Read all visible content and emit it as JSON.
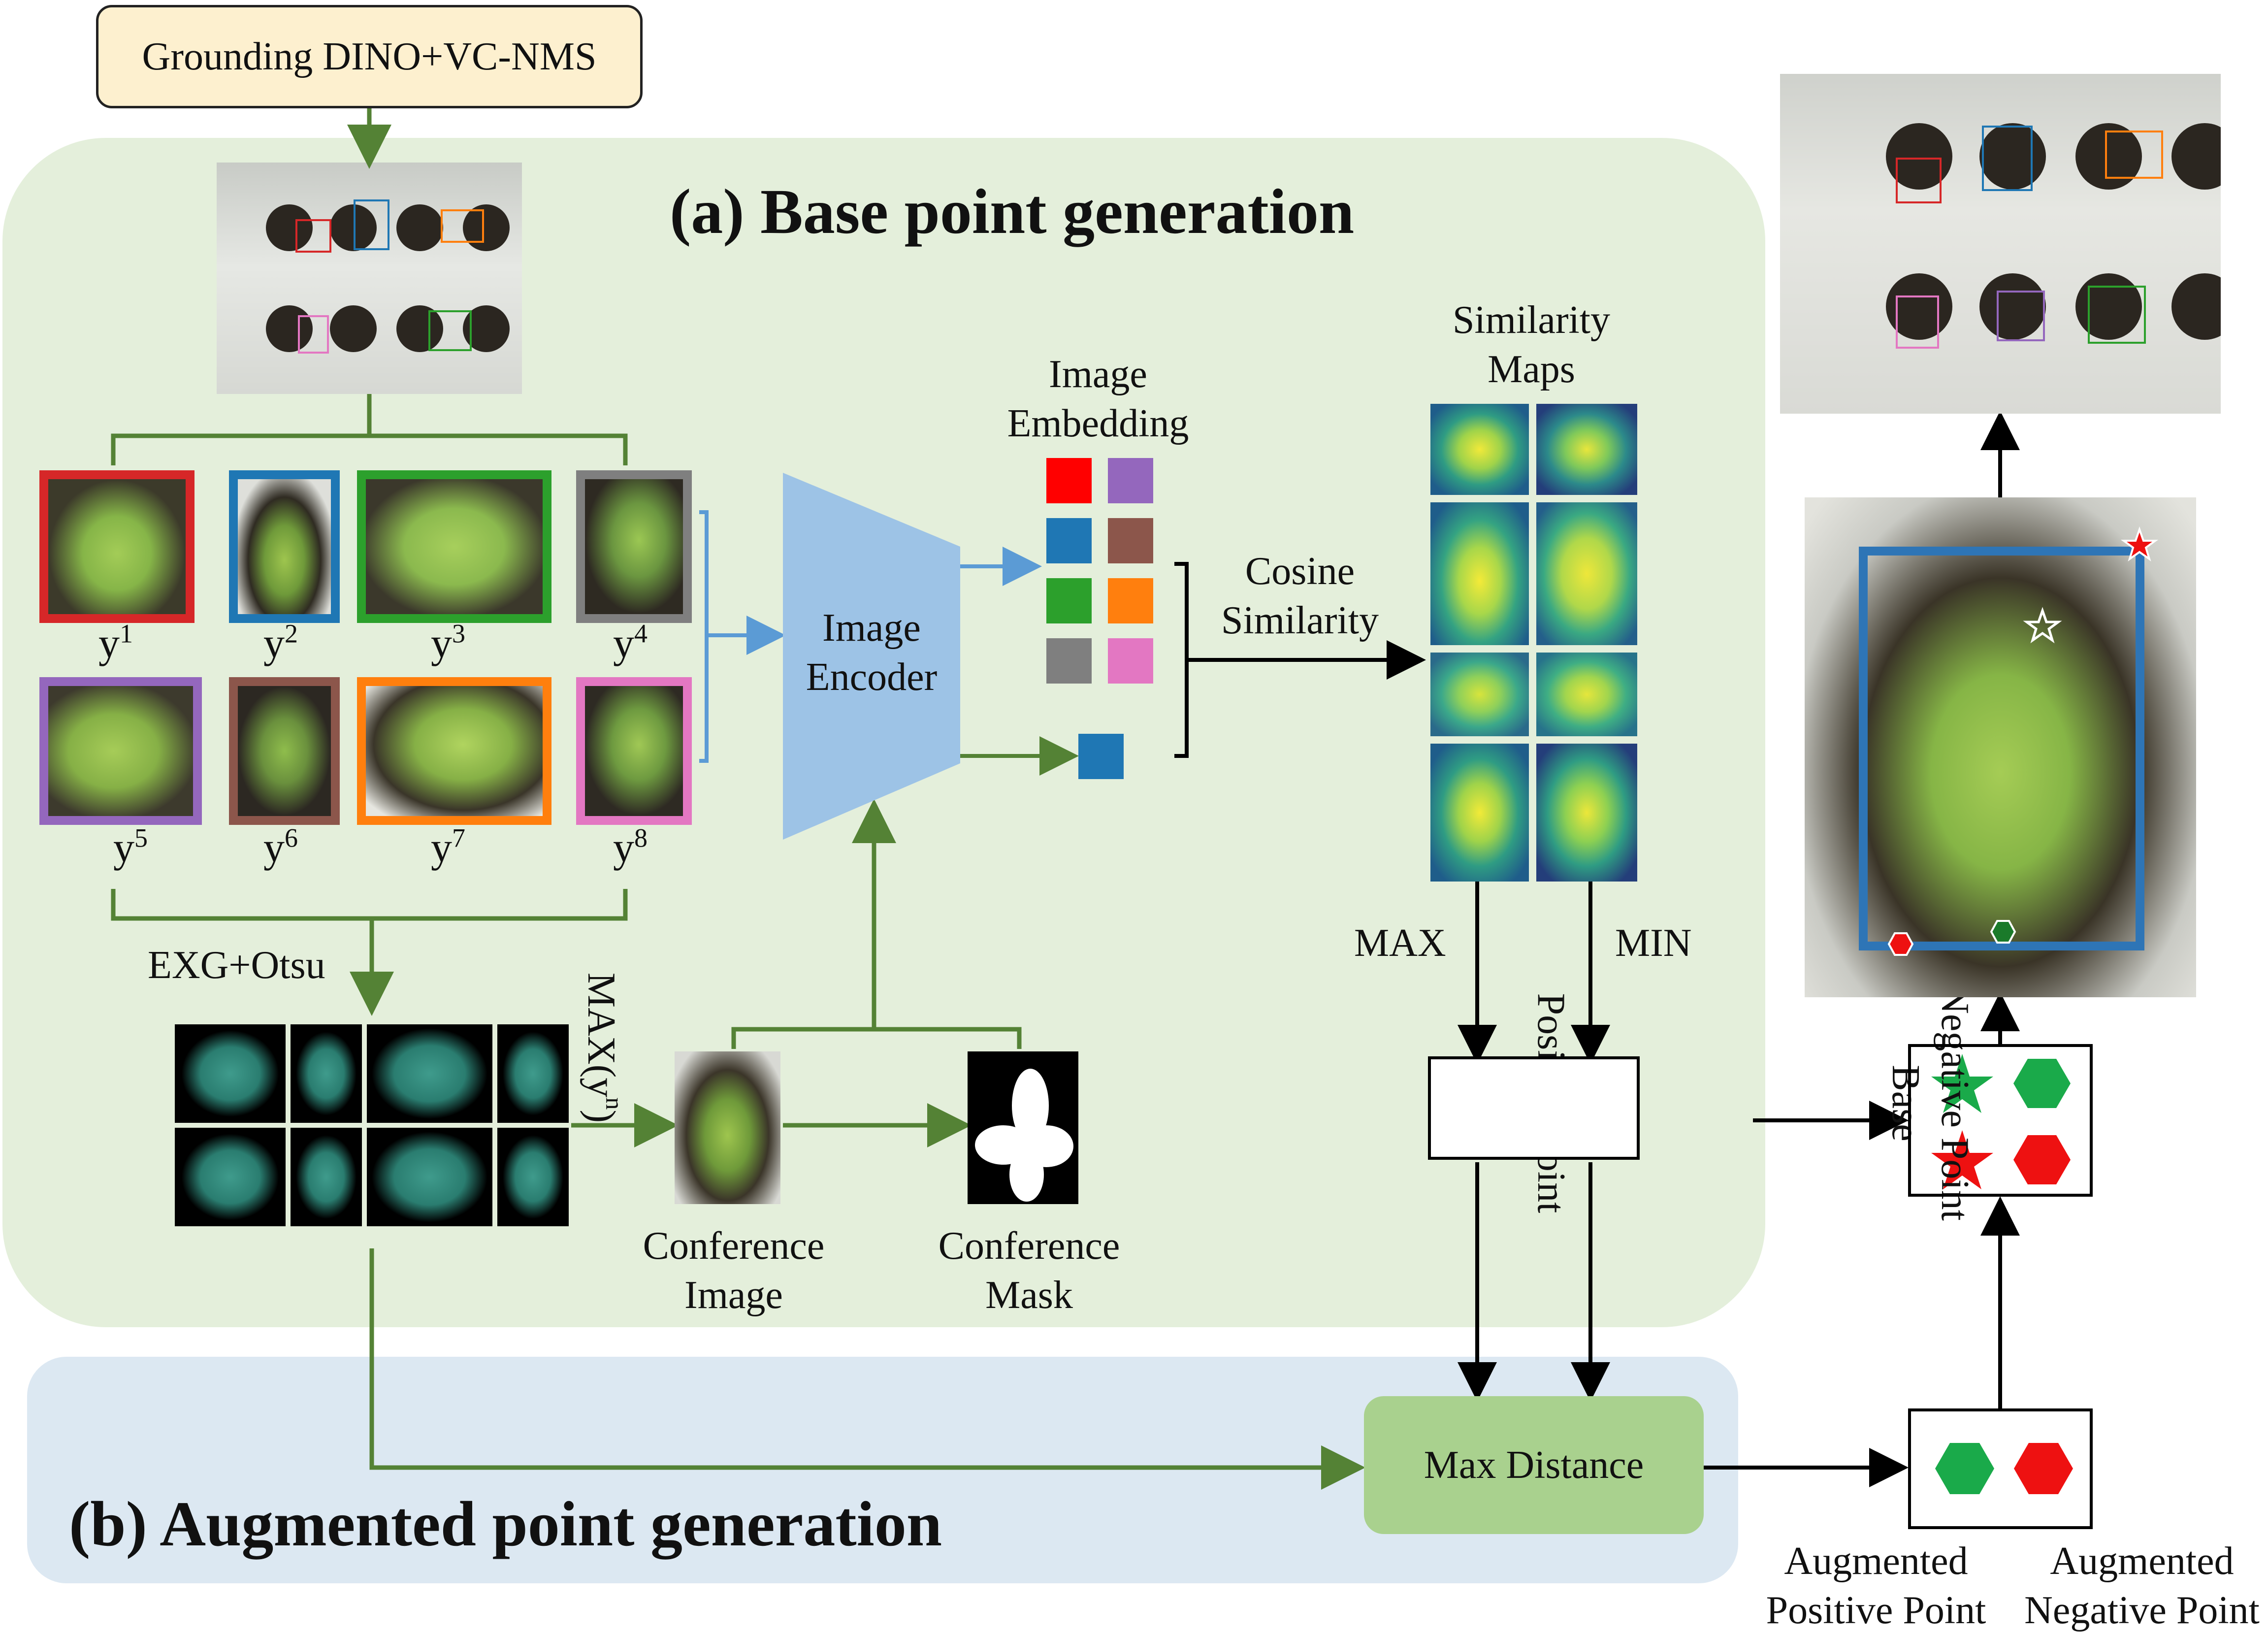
{
  "panels": {
    "a_title": "(a) Base point generation",
    "b_title": "(b) Augmented point generation"
  },
  "top_box": {
    "label": "Grounding DINO+VC-NMS"
  },
  "crops": [
    {
      "label": "y",
      "sup": "1",
      "color": "#d62728"
    },
    {
      "label": "y",
      "sup": "2",
      "color": "#1f77b4"
    },
    {
      "label": "y",
      "sup": "3",
      "color": "#2ca02c"
    },
    {
      "label": "y",
      "sup": "4",
      "color": "#7f7f7f"
    },
    {
      "label": "y",
      "sup": "5",
      "color": "#9467bd"
    },
    {
      "label": "y",
      "sup": "6",
      "color": "#8c564b"
    },
    {
      "label": "y",
      "sup": "7",
      "color": "#ff7f0e"
    },
    {
      "label": "y",
      "sup": "8",
      "color": "#e377c2"
    }
  ],
  "labels": {
    "exg_otsu": "EXG+Otsu",
    "max_yn": "MAX(y",
    "max_yn_sup": "n",
    "max_yn_close": ")",
    "encoder_line1": "Image",
    "encoder_line2": "Encoder",
    "embedding_line1": "Image",
    "embedding_line2": "Embedding",
    "cosine_line1": "Cosine",
    "cosine_line2": "Similarity",
    "simmaps_line1": "Similarity",
    "simmaps_line2": "Maps",
    "max": "MAX",
    "min": "MIN",
    "pos_base_line1": "Positive Point",
    "pos_base_line2": "Base",
    "neg_base_line1": "Negative Point",
    "neg_base_line2": "Base",
    "conf_image_line1": "Conference",
    "conf_image_line2": "Image",
    "conf_mask_line1": "Conference",
    "conf_mask_line2": "Mask",
    "max_distance": "Max Distance",
    "aug_pos_line1": "Augmented",
    "aug_pos_line2": "Positive Point",
    "aug_neg_line1": "Augmented",
    "aug_neg_line2": "Negative Point"
  },
  "embedding_colors": [
    "#ff0000",
    "#9467bd",
    "#1f77b4",
    "#8c564b",
    "#2ca02c",
    "#ff7f0e",
    "#7f7f7f",
    "#e377c2"
  ],
  "query_embedding_color": "#1f77b4",
  "colors": {
    "green_arrow": "#548235",
    "blue_arrow": "#5b9bd5",
    "encoder": "#9dc3e6",
    "max_distance_box": "#a9d18e",
    "top_box_fill": "#fdf0cf",
    "positive": "#1aaa4a",
    "negative": "#ee1111"
  }
}
